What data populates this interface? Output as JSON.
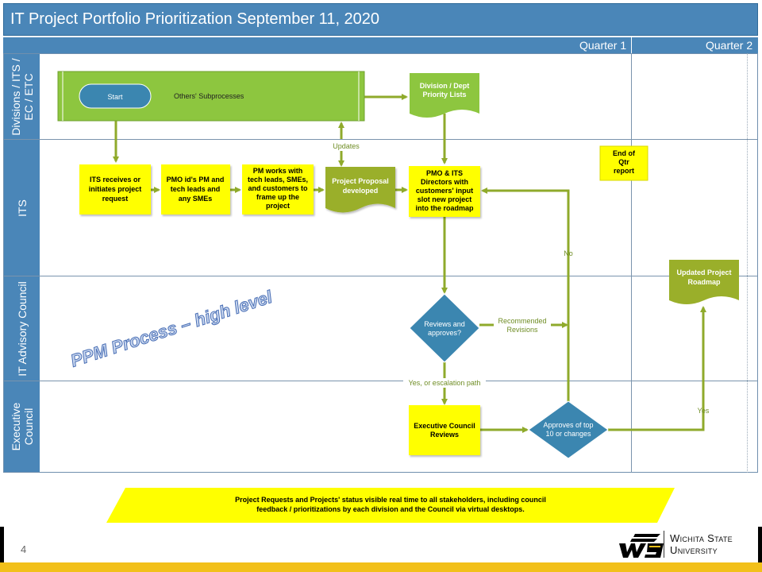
{
  "title": "IT Project Portfolio Prioritization September 11, 2020",
  "quarters": [
    "Quarter 1",
    "Quarter 2"
  ],
  "lanes": [
    {
      "label_lines": [
        "Divisions / ITS /",
        "EC / ETC"
      ]
    },
    {
      "label_lines": [
        "ITS"
      ]
    },
    {
      "label_lines": [
        "IT Advisory Council"
      ]
    },
    {
      "label_lines": [
        "Executive",
        "Council"
      ]
    }
  ],
  "shapes": {
    "start": "Start",
    "others": "Others' Subprocesses",
    "division_lists": [
      "Division / Dept",
      "Priority Lists"
    ],
    "its_receives": [
      "ITS receives or",
      "initiates project",
      "request"
    ],
    "pmo_ids": [
      "PMO id's PM and",
      "tech leads and",
      "any SMEs"
    ],
    "pm_works": [
      "PM works with",
      "tech leads, SMEs,",
      "and customers to",
      "frame up the",
      "project"
    ],
    "proposal": [
      "Project Proposal",
      "developed"
    ],
    "pmo_its": [
      "PMO & ITS",
      "Directors with",
      "customers' input",
      "slot new project",
      "into the roadmap"
    ],
    "end_qtr": [
      "End of",
      "Qtr",
      "report"
    ],
    "reviews": [
      "Reviews and",
      "approves?"
    ],
    "exec_reviews": [
      "Executive Council",
      "Reviews"
    ],
    "approves_top": [
      "Approves of top",
      "10 or changes"
    ],
    "updated_roadmap": [
      "Updated Project",
      "Roadmap"
    ]
  },
  "connector_labels": {
    "updates": "Updates",
    "no": "No",
    "recommended": [
      "Recommended",
      "Revisions"
    ],
    "yes_escalation": "Yes, or escalation path",
    "yes": "Yes"
  },
  "watermark": "PPM Process – high level",
  "banner": [
    "Project Requests and Projects' status visible real time to all stakeholders, including council",
    "feedback / prioritizations by each division and the Council via virtual desktops."
  ],
  "page_number": "4",
  "university": [
    "Wichita State",
    "University"
  ],
  "colors": {
    "header_blue": "#4a86b8",
    "green": "#8dc63f",
    "olive": "#9aaf2a",
    "yellow": "#ffff00",
    "diamond_blue": "#3b86b0",
    "arrow": "#8faa2b",
    "gold": "#f2c01a"
  }
}
